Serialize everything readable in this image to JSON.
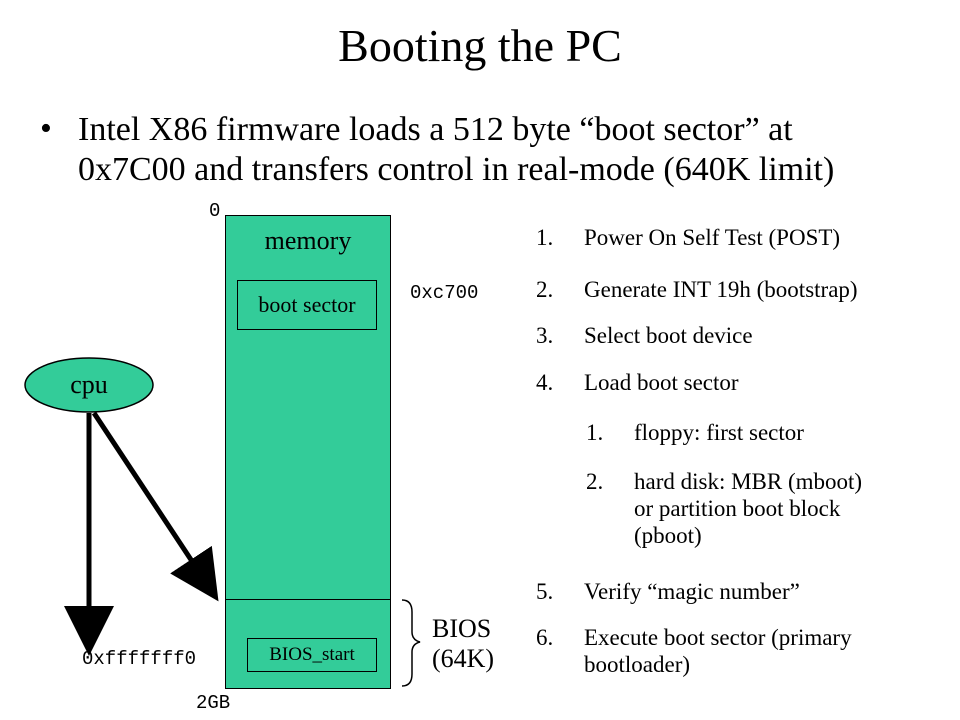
{
  "title": "Booting the PC",
  "bullet": {
    "marker": "•",
    "line1": "Intel X86 firmware loads a 512 byte “boot sector” at",
    "line2": "0x7C00 and transfers control in real-mode (640K limit)"
  },
  "diagram": {
    "addr_top": "0",
    "memory_label": "memory",
    "boot_sector_label": "boot sector",
    "boot_addr": "0xc700",
    "cpu_label": "cpu",
    "reset_addr": "0xfffffff0",
    "bios_start_label": "BIOS_start",
    "addr_bottom": "2GB",
    "bios_label_line1": "BIOS",
    "bios_label_line2": "(64K)",
    "colors": {
      "memory_fill": "#33cc99",
      "cpu_fill": "#33cc99"
    }
  },
  "steps": [
    {
      "num": "1.",
      "text": "Power On Self Test (POST)"
    },
    {
      "num": "2.",
      "text": "Generate INT 19h (bootstrap)"
    },
    {
      "num": "3.",
      "text": "Select boot device"
    },
    {
      "num": "4.",
      "text": "Load boot sector"
    },
    {
      "num": "1.",
      "text": "floppy: first sector"
    },
    {
      "num": "2.",
      "text": "hard disk: MBR (mboot)",
      "text2": "or partition boot block",
      "text3": "(pboot)"
    },
    {
      "num": "5.",
      "text": "Verify “magic number”"
    },
    {
      "num": "6.",
      "text": "Execute boot sector (primary",
      "text2": "bootloader)"
    }
  ]
}
